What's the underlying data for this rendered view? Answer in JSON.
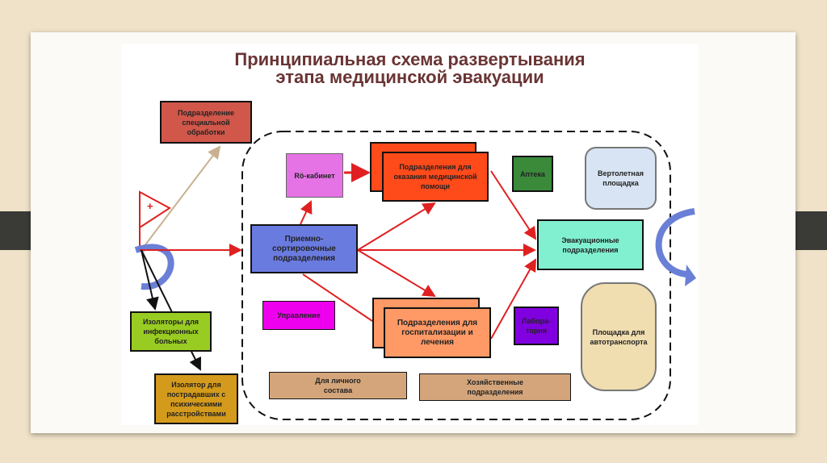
{
  "title": {
    "line1": "Принципиальная схема  развертывания",
    "line2": "этапа медицинской эвакуации"
  },
  "boxes": {
    "special": "Подразделение специальной обработки",
    "xray": "Rö-кабинет",
    "medhelp": "Подразделения для оказания медицинской помощи",
    "pharmacy": "Аптека",
    "helipad": "Вертолетная площадка",
    "sorting": "Приемно-сортировочные подразделения",
    "evac": "Эвакуационные подразделения",
    "management": "Управление",
    "hosp": "Подразделения для госпитализации и лечения",
    "lab": "Лабора-тория",
    "autopark": "Площадка для автотранспорта",
    "infect": "Изоляторы для инфекционных больных",
    "mental": "Изолятор для пострадавших с психическими расстройствами",
    "personnel": "Для личного состава",
    "household": "Хозяйственные подразделения"
  },
  "flag_symbol": "+"
}
